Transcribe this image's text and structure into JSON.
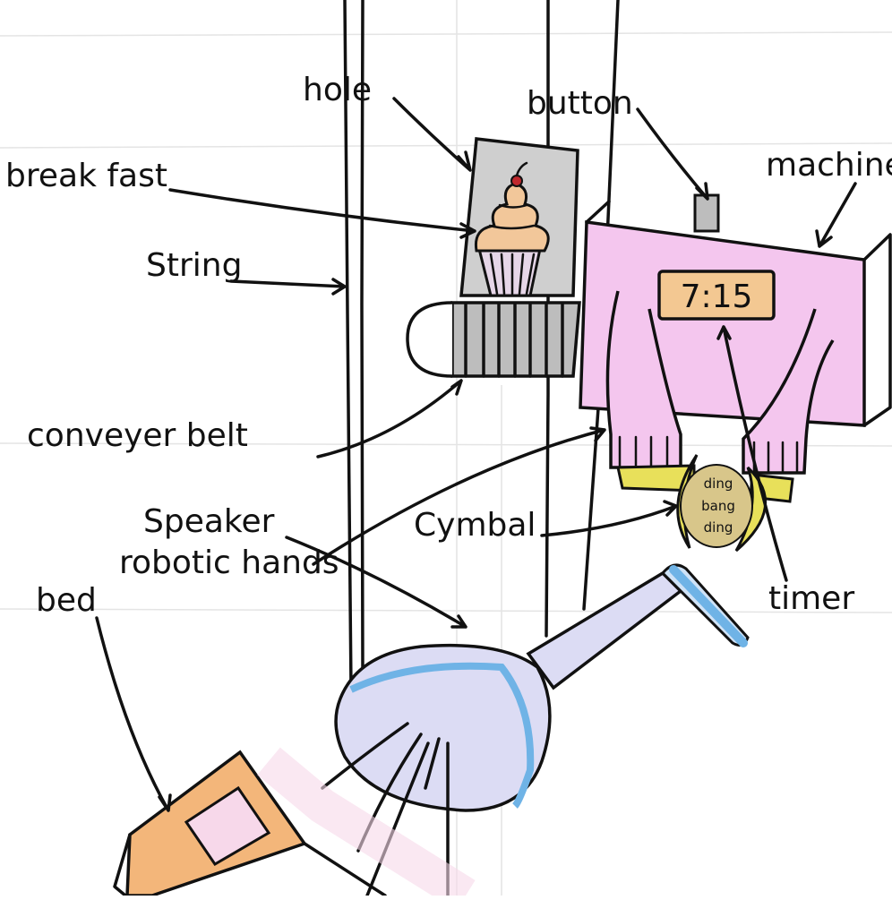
{
  "labels": {
    "hole": "hole",
    "button": "button",
    "breakfast": "break fast",
    "machine": "machine",
    "string": "String",
    "conveyer_belt": "conveyer belt",
    "speaker": "Speaker",
    "robotic_hands": "robotic hands",
    "cymbal": "Cymbal",
    "bed": "bed",
    "timer": "timer"
  },
  "timer_display": "7:15",
  "cymbal_text": [
    "ding",
    "bang",
    "ding"
  ],
  "colors": {
    "machine": "#f4c6ee",
    "conveyor": "#bdbdbd",
    "hole": "#cfcfcf",
    "timer_screen": "#f3c892",
    "cymbal": "#e8e05a",
    "speaker": "#dcdcf4",
    "speaker_rim": "#6fb3e6",
    "bed": "#f3b67a",
    "bed_sheet": "#f7d8ea",
    "cupcake": "#f2c79a",
    "cherry": "#c0282d"
  },
  "icons": [
    "cupcake-icon",
    "button-icon",
    "speaker-icon",
    "cymbal-icon"
  ]
}
